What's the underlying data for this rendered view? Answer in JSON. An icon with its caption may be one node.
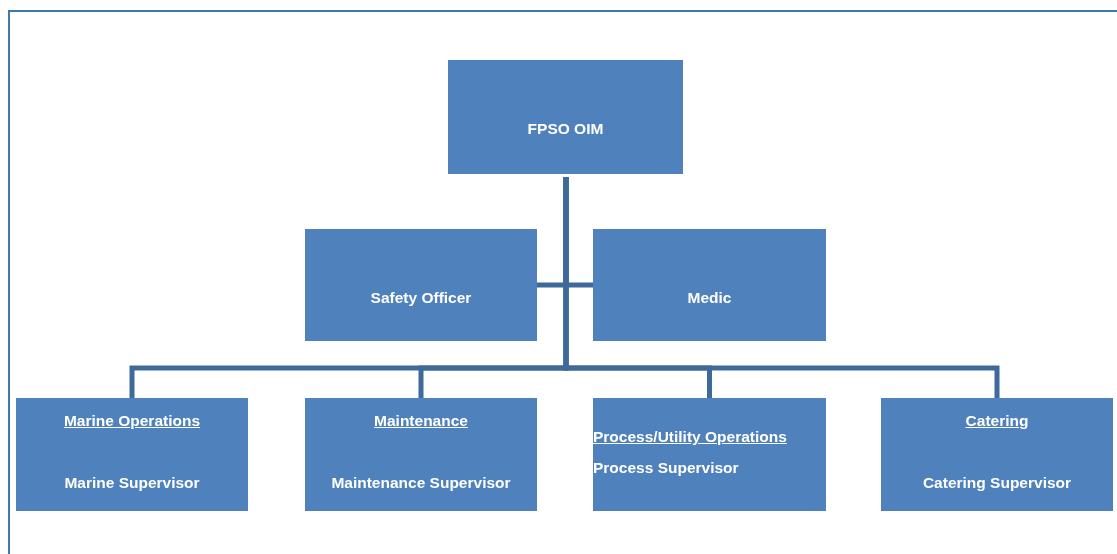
{
  "diagram": {
    "nodes": [
      {
        "text": [
          "FPSO OIM"
        ]
      },
      {
        "text": [
          "Safety Officer"
        ]
      },
      {
        "text": [
          "Medic"
        ]
      },
      {
        "text": [
          "Marine Operations",
          "Marine Supervisor"
        ]
      },
      {
        "text": [
          "Maintenance",
          "Maintenance Supervisor"
        ]
      },
      {
        "text": [
          "Process/Utility Operations",
          "Process Supervisor"
        ]
      },
      {
        "text": [
          "Catering",
          "Catering Supervisor"
        ]
      }
    ],
    "edges": [
      {
        "from": 0,
        "to": 1,
        "arrow": "none"
      },
      {
        "from": 0,
        "to": 2,
        "arrow": "none"
      },
      {
        "from": 0,
        "to": 3,
        "arrow": "none"
      },
      {
        "from": 0,
        "to": 4,
        "arrow": "none"
      },
      {
        "from": 0,
        "to": 5,
        "arrow": "none"
      },
      {
        "from": 0,
        "to": 6,
        "arrow": "none"
      }
    ]
  }
}
